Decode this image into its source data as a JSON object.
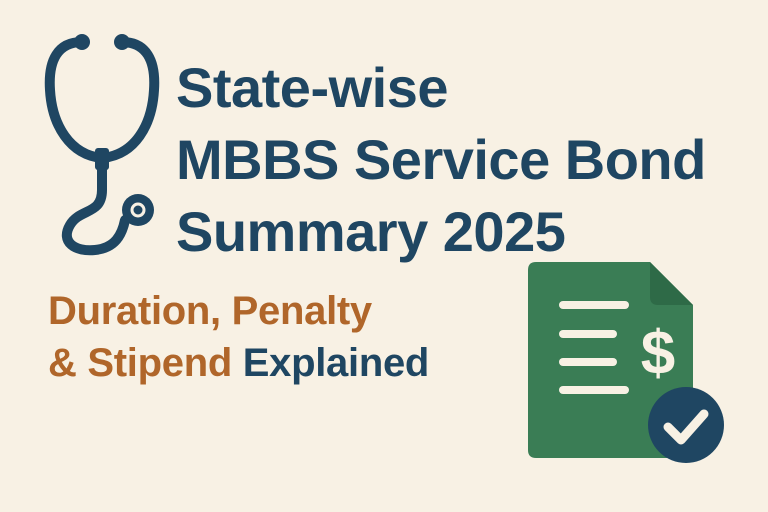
{
  "title": {
    "line1": "State-wise",
    "line2": "MBBS Service Bond",
    "line3": "Summary 2025"
  },
  "subtitle": {
    "line1": "Duration, Penalty",
    "line2_part1": "& Stipend ",
    "line2_part2": "Explained"
  },
  "icons": {
    "stethoscope": "stethoscope-icon",
    "document": "document-dollar-icon",
    "check_badge": "check-circle-icon"
  },
  "colors": {
    "background": "#f8f1e4",
    "navy": "#1f4662",
    "orange": "#b0662a",
    "green": "#3a7d55",
    "green_dark": "#2e6a47",
    "cream": "#f8f1e4"
  }
}
